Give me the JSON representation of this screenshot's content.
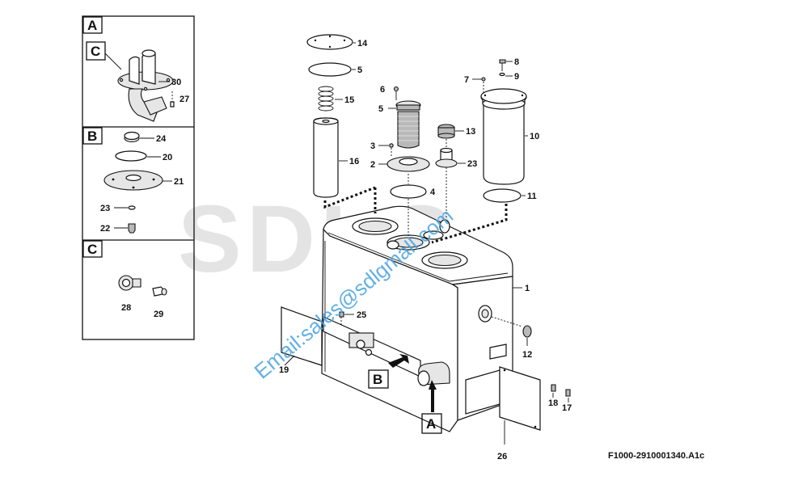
{
  "watermark": {
    "logo": "SDLG",
    "email": "Email:sales@sdlgmall.com"
  },
  "reference_code": "F1000-2910001340.A1c",
  "detail_boxes": [
    {
      "letter": "A",
      "inner_letter": "C",
      "parts": [
        "30",
        "27"
      ]
    },
    {
      "letter": "B",
      "parts": [
        "24",
        "20",
        "21",
        "23",
        "22"
      ]
    },
    {
      "letter": "C",
      "parts": [
        "28",
        "29"
      ]
    }
  ],
  "view_markers": {
    "a": "A",
    "b": "B"
  },
  "part_numbers": {
    "p1": "1",
    "p2": "2",
    "p3": "3",
    "p4": "4",
    "p5a": "5",
    "p5b": "5",
    "p6": "6",
    "p7": "7",
    "p8": "8",
    "p9": "9",
    "p10": "10",
    "p11": "11",
    "p12": "12",
    "p13": "13",
    "p14": "14",
    "p15": "15",
    "p16": "16",
    "p17": "17",
    "p18": "18",
    "p19": "19",
    "p23": "23",
    "p25": "25",
    "p26": "26"
  },
  "colors": {
    "line": "#111111",
    "watermark_text": "#4aa3df",
    "watermark_logo": "#cfcfcf",
    "logo_accent": "#e03a3a"
  }
}
